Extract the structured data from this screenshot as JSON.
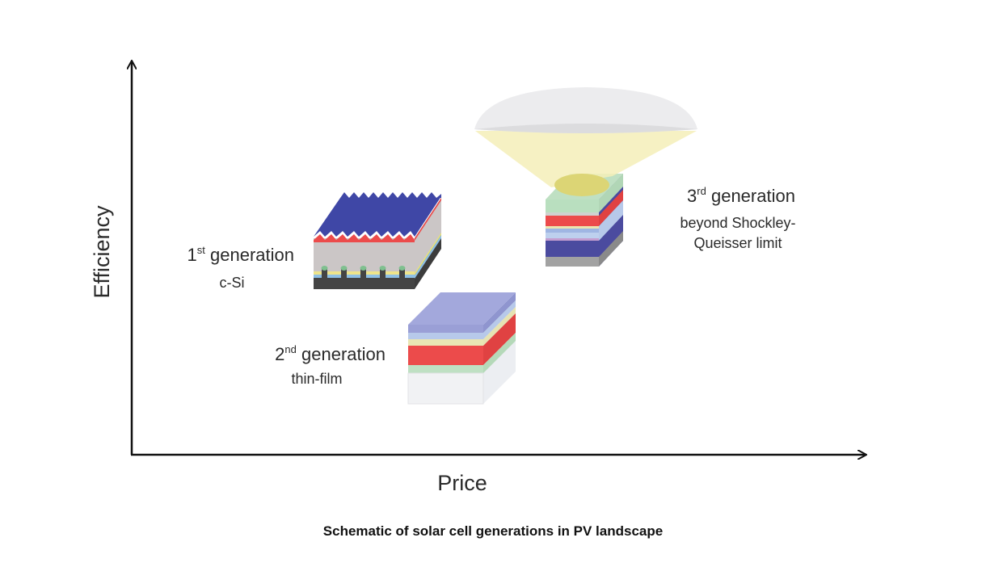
{
  "axes": {
    "y_label": "Efficiency",
    "x_label": "Price"
  },
  "generations": [
    {
      "num": "1",
      "sup": "st",
      "word": "generation",
      "sub": [
        "c-Si"
      ]
    },
    {
      "num": "2",
      "sup": "nd",
      "word": "generation",
      "sub": [
        "thin-film"
      ]
    },
    {
      "num": "3",
      "sup": "rd",
      "word": "generation",
      "sub": [
        "beyond Shockley-",
        "Queisser limit"
      ]
    }
  ],
  "caption": "Schematic of solar cell generations in PV landscape",
  "colors": {
    "axis": "#111111",
    "red": "#ec4b4b",
    "blue": "#3f47a6",
    "purple": "#9ea3d9",
    "green": "#bfe0c3",
    "gray": "#cbc6c6"
  }
}
